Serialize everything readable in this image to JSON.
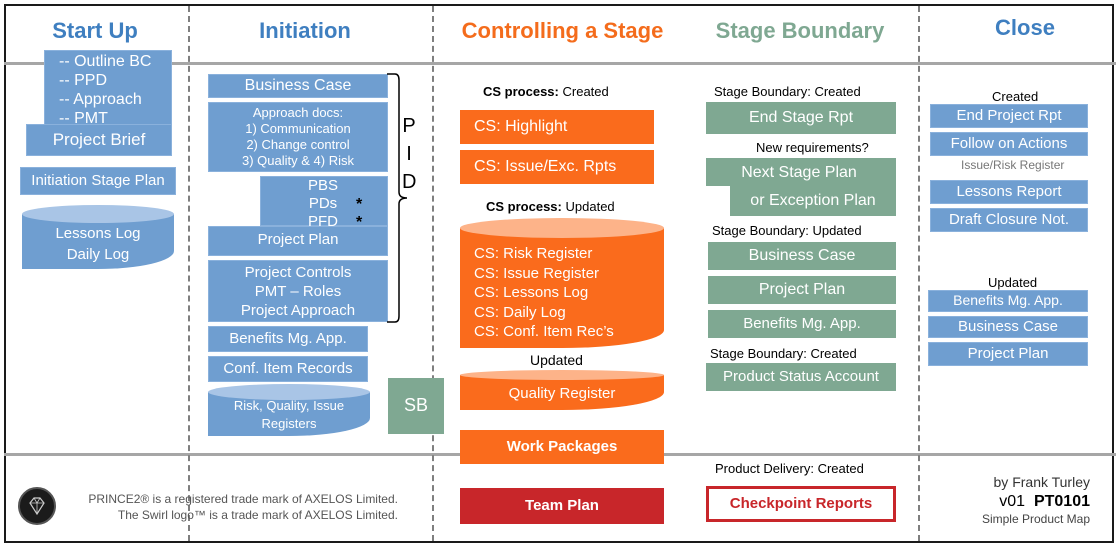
{
  "columns": {
    "start_up": {
      "title": "Start Up",
      "color": "#3f7fc0"
    },
    "initiation": {
      "title": "Initiation",
      "color": "#3f7fc0"
    },
    "controlling": {
      "title": "Controlling a Stage",
      "color": "#f46c1c"
    },
    "boundary": {
      "title": "Stage Boundary",
      "color": "#7fa892"
    },
    "close": {
      "title": "Close",
      "color": "#3f7fc0"
    }
  },
  "start_up": {
    "outline_items": [
      "-- Outline BC",
      "-- PPD",
      "-- Approach",
      "-- PMT"
    ],
    "project_brief": "Project Brief",
    "initiation_stage_plan": "Initiation Stage Plan",
    "logs": [
      "Lessons Log",
      "Daily Log"
    ]
  },
  "initiation": {
    "business_case": "Business Case",
    "approach_docs": [
      "Approach docs:",
      "1) Communication",
      "2) Change control",
      "3) Quality & 4) Risk"
    ],
    "plan_items": [
      "PBS",
      "PDs",
      "PFD",
      "Project Plan"
    ],
    "star": "*",
    "controls": [
      "Project Controls",
      "PMT – Roles",
      "Project Approach"
    ],
    "pid_letters": [
      "P",
      "I",
      "D"
    ],
    "benefits": "Benefits Mg. App.",
    "conf_items": "Conf. Item Records",
    "registers": [
      "Risk, Quality, Issue",
      "Registers"
    ],
    "sb": "SB"
  },
  "controlling": {
    "cs_created_prefix": "CS process:",
    "cs_created_suffix": "Created",
    "highlight": "CS:  Highlight",
    "issue_exc": "CS:  Issue/Exc. Rpts",
    "cs_updated_prefix": "CS process:",
    "cs_updated_suffix": "Updated",
    "registers": [
      "CS: Risk Register",
      "CS: Issue  Register",
      "CS: Lessons Log",
      "CS: Daily Log",
      "CS: Conf. Item Rec’s"
    ],
    "updated_label": "Updated",
    "quality_register": "Quality Register",
    "work_packages": "Work Packages",
    "team_plan": "Team Plan"
  },
  "boundary": {
    "created_label": "Stage Boundary: Created",
    "end_stage_rpt": "End Stage Rpt",
    "new_req": "New requirements?",
    "next_stage_plan": "Next Stage Plan",
    "exception_plan": "or Exception Plan",
    "updated_label": "Stage Boundary: Updated",
    "business_case": "Business Case",
    "project_plan": "Project  Plan",
    "benefits": "Benefits Mg. App.",
    "created_label2": "Stage Boundary: Created",
    "product_status": "Product Status Account",
    "product_delivery": "Product Delivery: Created",
    "checkpoint": "Checkpoint Reports"
  },
  "close": {
    "created_label": "Created",
    "end_project_rpt": "End Project Rpt",
    "follow_on": "Follow on Actions",
    "issue_risk_reg": "Issue/Risk Register",
    "lessons_report": "Lessons Report",
    "draft_closure": "Draft Closure Not.",
    "updated_label": "Updated",
    "benefits": "Benefits Mg. App.",
    "business_case": "Business Case",
    "project_plan": "Project Plan"
  },
  "footer": {
    "trademark1": "PRINCE2® is a registered trade mark of AXELOS Limited.",
    "trademark2": "The Swirl logo™ is a trade mark of AXELOS Limited.",
    "author": "by Frank Turley",
    "version": "v01",
    "code": "PT0101",
    "subtitle": "Simple Product Map"
  }
}
